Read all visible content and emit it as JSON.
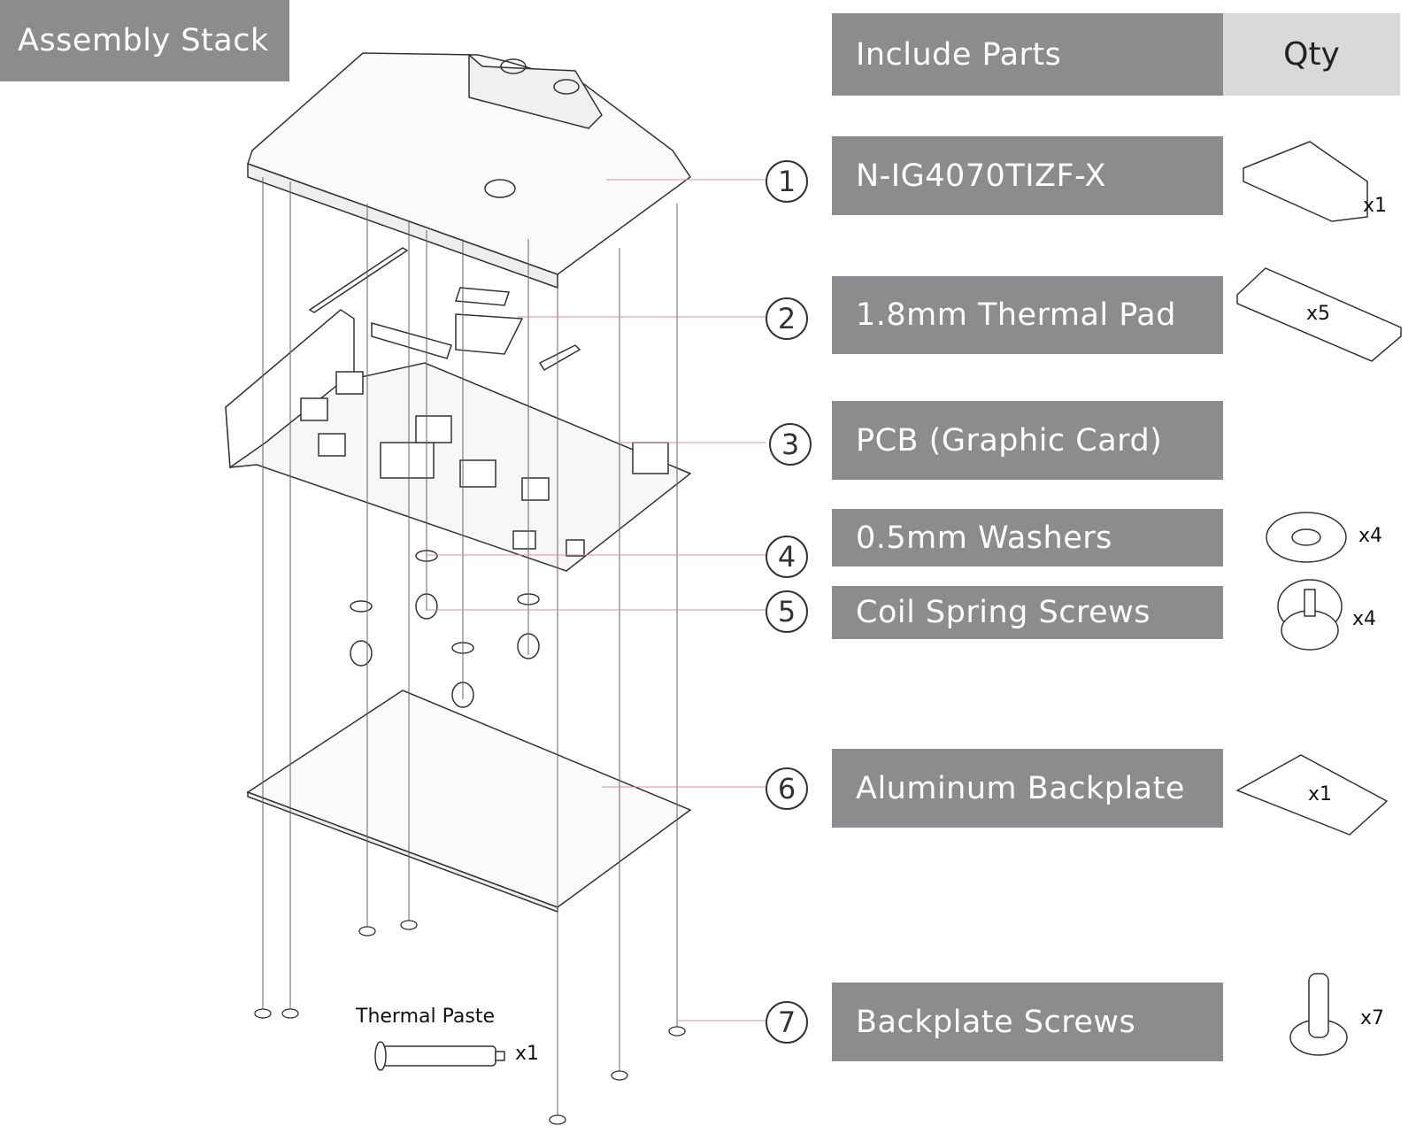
{
  "title": "Assembly Stack",
  "table": {
    "header": {
      "parts": "Include Parts",
      "qty": "Qty"
    },
    "rows": [
      {
        "num": "1",
        "label": "N-IG4070TIZF-X",
        "qty": "x1",
        "icon": "water-block-icon"
      },
      {
        "num": "2",
        "label": "1.8mm Thermal Pad",
        "qty": "x5",
        "icon": "thermal-pad-icon"
      },
      {
        "num": "3",
        "label": "PCB (Graphic Card)",
        "qty": "",
        "icon": ""
      },
      {
        "num": "4",
        "label": "0.5mm Washers",
        "qty": "x4",
        "icon": "washer-icon"
      },
      {
        "num": "5",
        "label": "Coil Spring Screws",
        "qty": "x4",
        "icon": "spring-screw-icon"
      },
      {
        "num": "6",
        "label": "Aluminum Backplate",
        "qty": "x1",
        "icon": "backplate-icon"
      },
      {
        "num": "7",
        "label": "Backplate Screws",
        "qty": "x7",
        "icon": "screw-icon"
      }
    ]
  },
  "thermal_paste": {
    "label": "Thermal Paste",
    "qty": "x1"
  },
  "colors": {
    "box": "#8c8c8f",
    "qty_header": "#d9d9d9",
    "leader": "#d98ca0"
  }
}
